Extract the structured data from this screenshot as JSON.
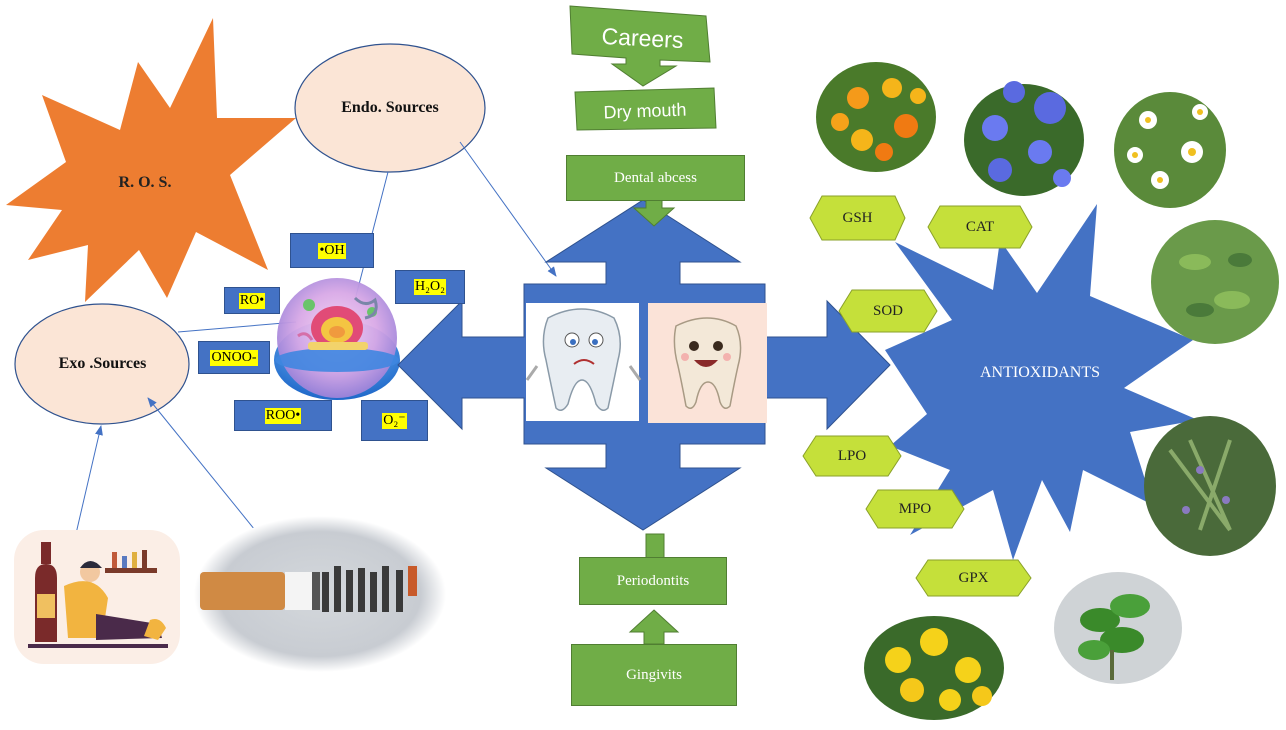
{
  "ros": {
    "label": "R. O. S."
  },
  "sources": {
    "endo": "Endo. Sources",
    "exo": "Exo .Sources"
  },
  "species": {
    "hydroxyl": "•OH",
    "alkoxyl": "RO•",
    "hydrogen_peroxide": "H₂O₂",
    "peroxynitrite": "ONOO-",
    "peroxyl": "ROO•",
    "superoxide": "O₂⁻"
  },
  "conditions": {
    "careers": "Careers",
    "dry_mouth": "Dry mouth",
    "dental_abcess": "Dental abcess",
    "periodontitis": "Periodontits",
    "gingivitis": "Gingivits"
  },
  "antioxidants": {
    "label": "ANTIOXIDANTS",
    "enzymes": [
      "GSH",
      "CAT",
      "SOD",
      "LPO",
      "MPO",
      "GPX"
    ]
  },
  "colors": {
    "ros_star": "#ed7d31",
    "ellipse_fill": "#fbe5d6",
    "blue": "#4472c4",
    "green": "#70ad47",
    "lime": "#c5e03a",
    "highlight": "#ffff00"
  },
  "icons": [
    "wine-bottle-person-image",
    "cigarette-smoke-image",
    "cell-image",
    "sad-tooth-image",
    "happy-tooth-image",
    "flower-photos"
  ]
}
